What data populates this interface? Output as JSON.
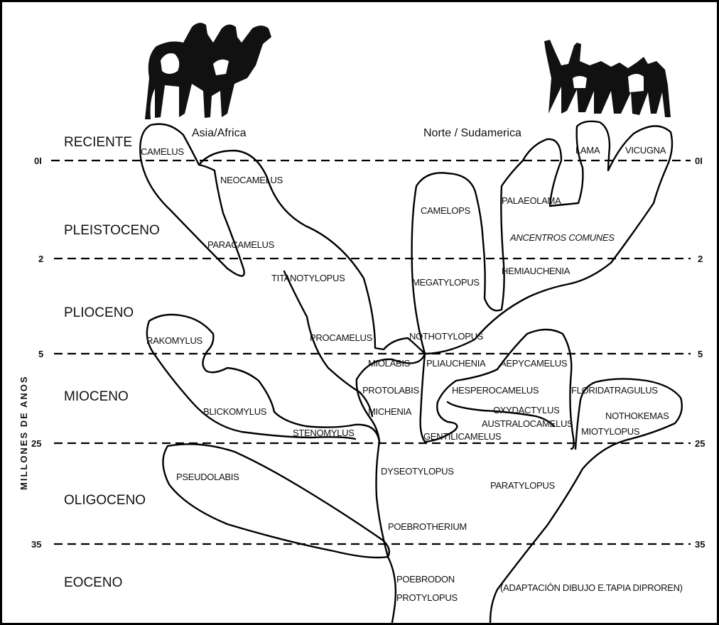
{
  "regions": {
    "left": "Asia/Africa",
    "right": "Norte / Sudamerica"
  },
  "axis_label": "MILLONES DE ANOS",
  "epochs": [
    "RECIENTE",
    "PLEISTOCENO",
    "PLIOCENO",
    "MIOCENO",
    "OLIGOCENO",
    "EOCENO"
  ],
  "time_marks": [
    "0I",
    "2",
    "5",
    "25",
    "35"
  ],
  "genera": {
    "camelus": "CAMELUS",
    "neocamelus": "NEOCAMELUS",
    "paracamelus": "PARACAMELUS",
    "titanotylopus": "TITANOTYLOPUS",
    "rakomylus": "RAKOMYLUS",
    "procamelus": "PROCAMELUS",
    "nothotylopus": "NOTHOTYLOPUS",
    "miolabis": "MIOLABIS",
    "pliauchenia": "PLIAUCHENIA",
    "aepycamelus": "AEPYCAMELUS",
    "protolabis": "PROTOLABIS",
    "michenia": "MICHENIA",
    "blickomylus": "BLICKOMYLUS",
    "stenomylus": "STENOMYLUS",
    "hesperocamelus": "HESPEROCAMELUS",
    "oxydactylus": "OXYDACTYLUS",
    "australocamelus": "AUSTRALOCAMELUS",
    "gentilicamelus": "GENTILICAMELUS",
    "floridatragulus": "FLORIDATRAGULUS",
    "nothokemas": "NOTHOKEMAS",
    "miotylopus": "MIOTYLOPUS",
    "camelops": "CAMELOPS",
    "megatylopus": "MEGATYLOPUS",
    "palaeolama": "PALAEOLAMA",
    "ancestros": "ANCENTROS COMUNES",
    "hemiauchenia": "HEMIAUCHENIA",
    "lama": "LAMA",
    "vicugna": "VICUGNA",
    "pseudolabis": "PSEUDOLABIS",
    "dyseotylopus": "DYSEOTYLOPUS",
    "paratylopus": "PARATYLOPUS",
    "poebrotherium": "POEBROTHERIUM",
    "poebrodon": "POEBRODON",
    "protylopus": "PROTYLOPUS"
  },
  "credit": "(ADAPTACIÓN DIBUJO E.TAPIA DIPROREN)",
  "illustrations": {
    "left": "camels-illustration",
    "right": "llamas-illustration"
  },
  "colors": {
    "ink": "#000000",
    "background": "#ffffff"
  }
}
